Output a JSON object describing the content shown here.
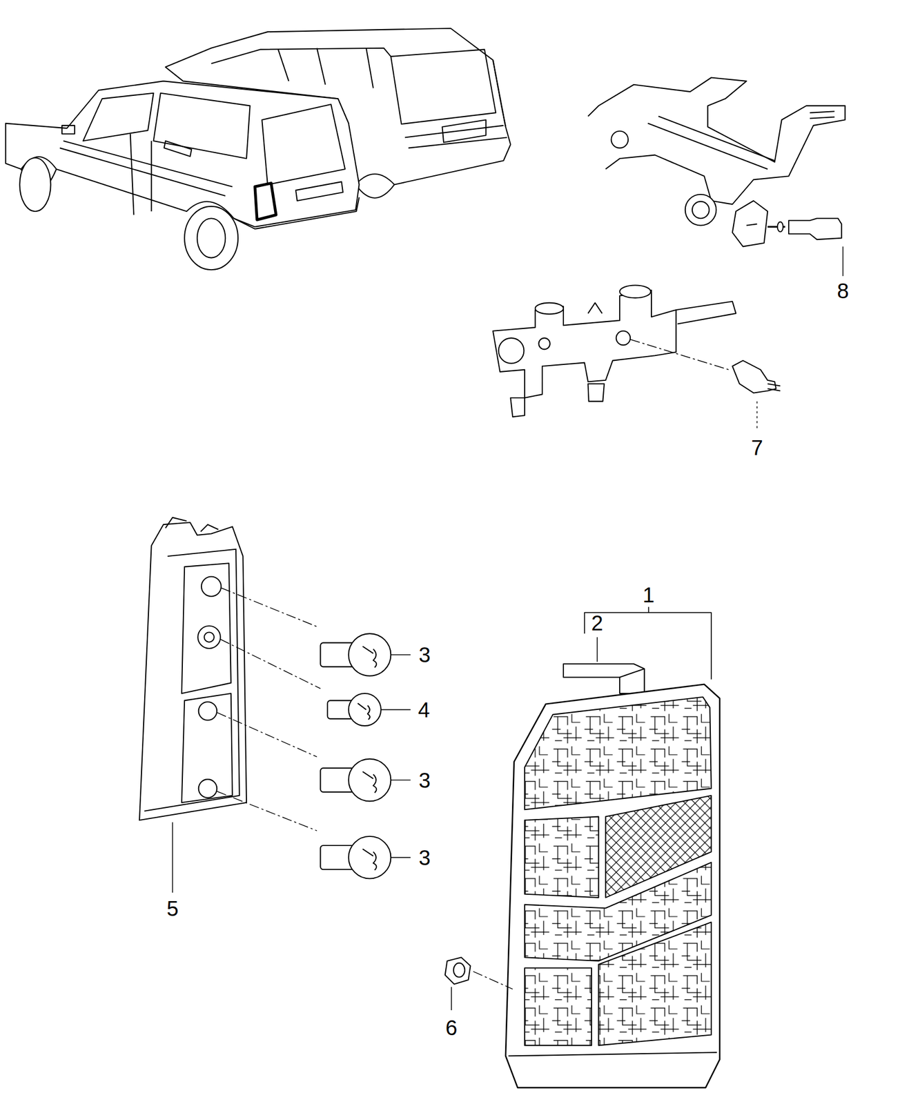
{
  "diagram": {
    "labels": [
      "8",
      "7",
      "1",
      "2",
      "3",
      "4",
      "3",
      "3",
      "5",
      "6"
    ]
  }
}
